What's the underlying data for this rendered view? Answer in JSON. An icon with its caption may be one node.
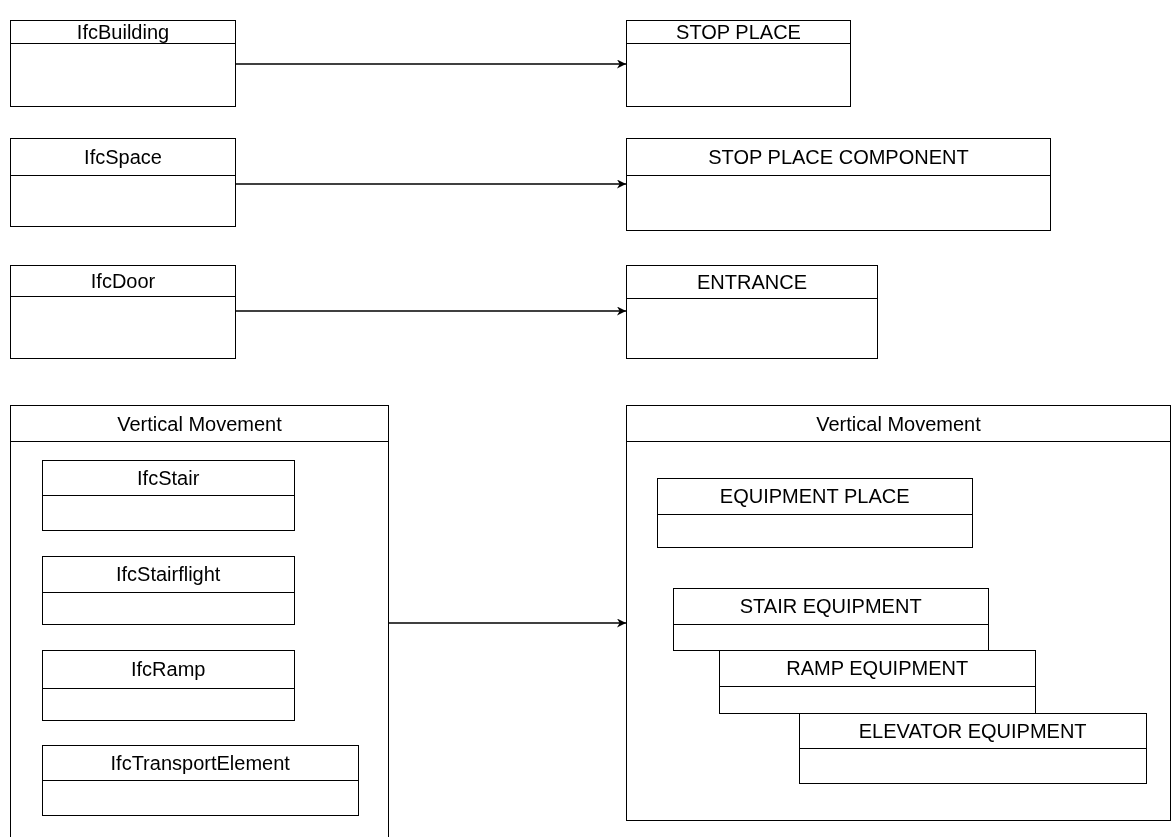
{
  "diagram": {
    "nodes": [
      {
        "text": [
          "IfcBuilding"
        ]
      },
      {
        "text": [
          "STOP PLACE"
        ]
      },
      {
        "text": [
          "IfcSpace"
        ]
      },
      {
        "text": [
          "STOP PLACE COMPONENT"
        ]
      },
      {
        "text": [
          "IfcDoor"
        ]
      },
      {
        "text": [
          "ENTRANCE"
        ]
      },
      {
        "text": [
          "Vertical Movement"
        ]
      },
      {
        "text": [
          "IfcStair"
        ],
        "in": 6
      },
      {
        "text": [
          "IfcStairflight"
        ],
        "in": 6
      },
      {
        "text": [
          "IfcRamp"
        ],
        "in": 6
      },
      {
        "text": [
          "IfcTransportElement"
        ],
        "in": 6
      },
      {
        "text": [
          "Vertical Movement"
        ]
      },
      {
        "text": [
          "EQUIPMENT PLACE"
        ],
        "in": 11
      },
      {
        "text": [
          "STAIR EQUIPMENT"
        ],
        "in": 11
      },
      {
        "text": [
          "RAMP EQUIPMENT"
        ],
        "in": 11
      },
      {
        "text": [
          "ELEVATOR EQUIPMENT"
        ],
        "in": 11
      }
    ],
    "edges": [
      {
        "from": 0,
        "to": 1,
        "arrow": "to"
      },
      {
        "from": 2,
        "to": 3,
        "arrow": "to"
      },
      {
        "from": 4,
        "to": 5,
        "arrow": "to"
      },
      {
        "from": 6,
        "to": 11,
        "arrow": "to"
      }
    ]
  }
}
